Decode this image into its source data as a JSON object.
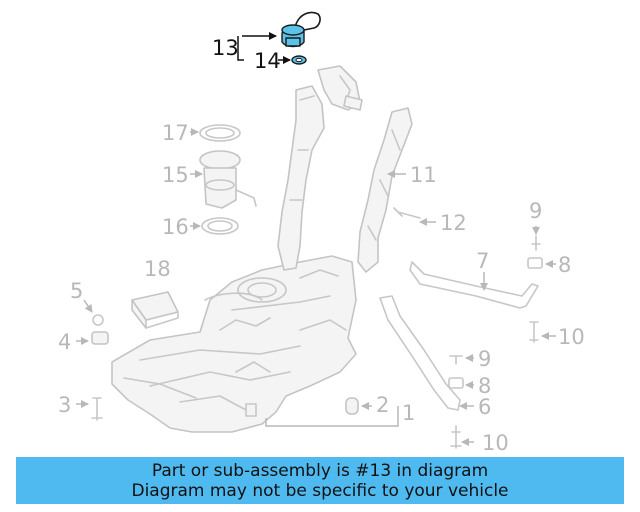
{
  "callouts": {
    "c1": "1",
    "c2": "2",
    "c3": "3",
    "c4": "4",
    "c5": "5",
    "c6": "6",
    "c7": "7",
    "c8a": "8",
    "c8b": "8",
    "c9a": "9",
    "c9b": "9",
    "c10a": "10",
    "c10b": "10",
    "c11": "11",
    "c12": "12",
    "c13": "13",
    "c14": "14",
    "c15": "15",
    "c16": "16",
    "c17": "17",
    "c18": "18"
  },
  "highlight_color": "#5bc3ea",
  "banner": {
    "line1": "Part or sub-assembly is #13 in diagram",
    "line2": "Diagram may not be specific to your vehicle",
    "color": "#4fbaf0"
  }
}
